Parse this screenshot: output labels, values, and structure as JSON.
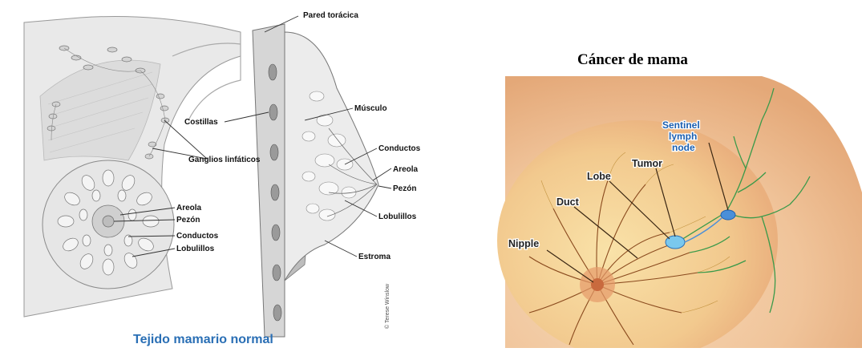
{
  "left_diagram": {
    "caption": "Tejido mamario normal",
    "credit": "© Terese Winslow",
    "front_labels": {
      "ganglios": "Ganglios linfáticos",
      "areola": "Areola",
      "pezon": "Pezón",
      "conductos": "Conductos",
      "lobulillos": "Lobulillos"
    },
    "section_labels": {
      "pared": "Pared torácica",
      "costillas": "Costillas",
      "musculo": "Músculo",
      "conductos": "Conductos",
      "areola": "Areola",
      "pezon": "Pezón",
      "lobulillos": "Lobulillos",
      "estroma": "Estroma"
    }
  },
  "right_diagram": {
    "title": "Cáncer de mama",
    "labels": {
      "sentinel_1": "Sentinel",
      "sentinel_2": "lymph",
      "sentinel_3": "node",
      "tumor": "Tumor",
      "lobe": "Lobe",
      "duct": "Duct",
      "nipple": "Nipple"
    }
  },
  "colors": {
    "caption_blue": "#2a6fb5",
    "sentinel_blue": "#1b5fb0",
    "skin": "#f0c49a",
    "lymph_green": "#3a9a4a",
    "tumor_blue": "#7ac8ee"
  }
}
